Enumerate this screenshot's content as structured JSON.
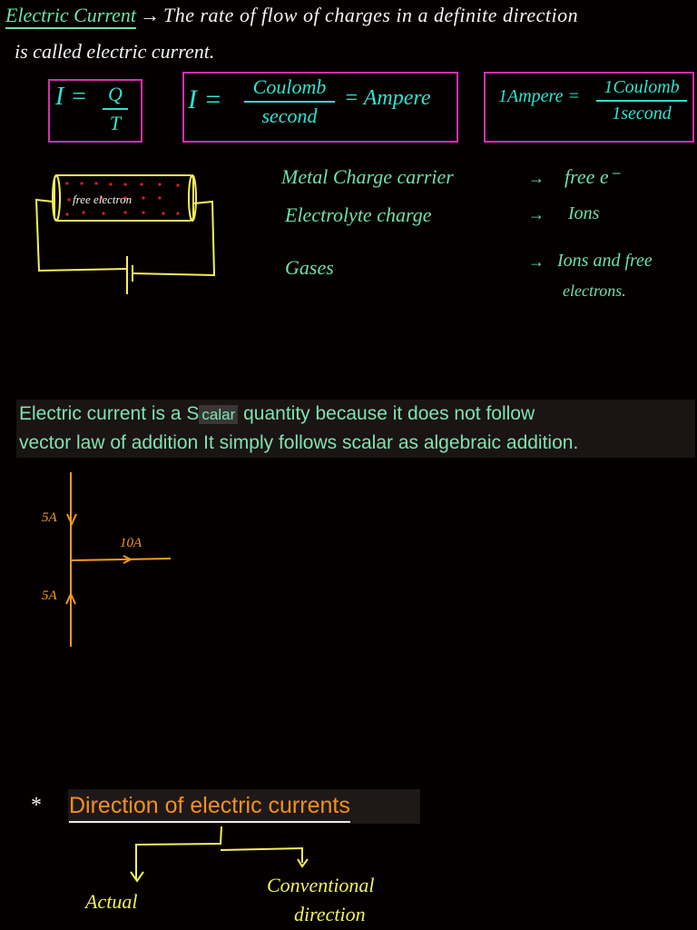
{
  "definition": {
    "term": "Electric Current",
    "arrow": "→",
    "line1": "The rate of flow of charges in a definite direction",
    "line2": "is called electric current."
  },
  "formulas": {
    "f1": {
      "lhs": "I =",
      "num": "Q",
      "den": "T"
    },
    "f2": {
      "lhs": "I =",
      "num": "Coulomb",
      "den": "second",
      "rhs": "= Ampere"
    },
    "f3": {
      "lhs": "1Ampere =",
      "num": "1Coulomb",
      "den": "1second"
    }
  },
  "diagram": {
    "conductor_label": "free electron"
  },
  "carriers": [
    {
      "medium": "Metal Charge carrier",
      "arrow": "→",
      "carrier": "free e⁻"
    },
    {
      "medium": "Electrolyte charge",
      "arrow": "→",
      "carrier": "Ions"
    },
    {
      "medium": "Gases",
      "arrow": "→",
      "carrier": "Ions and free",
      "carrier2": "electrons."
    }
  ],
  "scalar_note": {
    "line1_pre": "Electric current is a S",
    "highlight": "calar",
    "line1_post": " quantity because it does not follow",
    "line2": "vector law of addition It simply follows scalar as algebraic addition."
  },
  "junction": {
    "top": "5A",
    "bottom": "5A",
    "right": "10A"
  },
  "direction": {
    "bullet": "*",
    "heading": "Direction of electric currents",
    "left": "Actual",
    "right": "Conventional",
    "right2": "direction"
  },
  "colors": {
    "background": "#050000",
    "box": "#d22fb0",
    "formula": "#2fe3d0",
    "carriers": "#6fe0a6",
    "circuit": "#f3f15a",
    "junction": "#f59a1e"
  }
}
